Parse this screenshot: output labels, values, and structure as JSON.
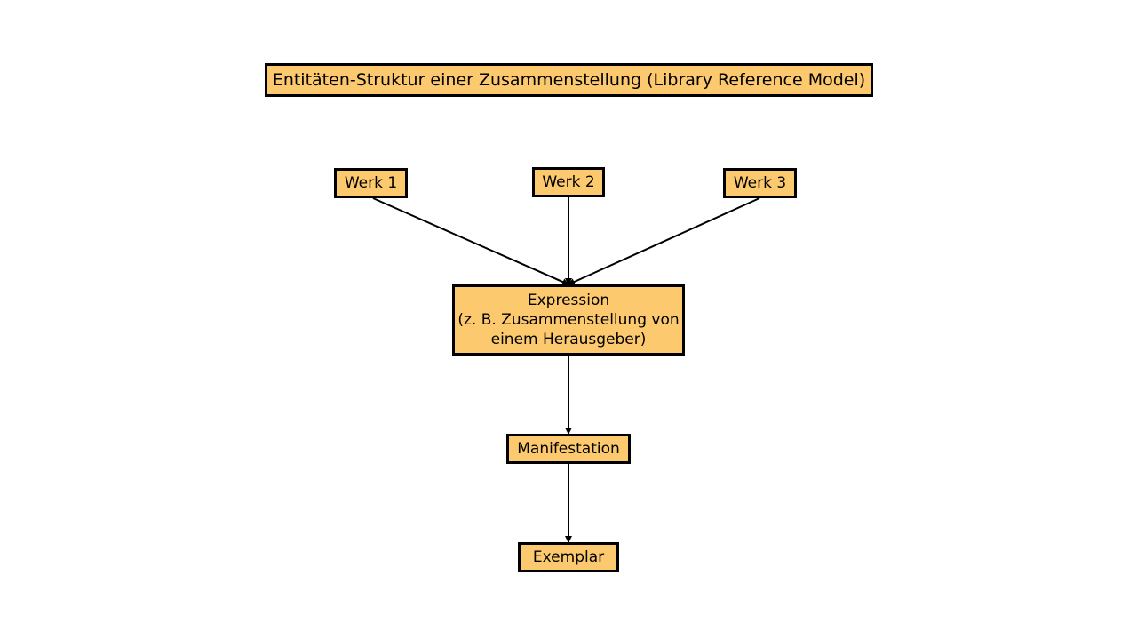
{
  "diagram": {
    "title": "Entitäten-Struktur einer Zusammenstellung (Library Reference Model)",
    "works": [
      {
        "label": "Werk 1"
      },
      {
        "label": "Werk 2"
      },
      {
        "label": "Werk 3"
      }
    ],
    "expression": {
      "line1": "Expression",
      "line2": "(z. B. Zusammenstellung von",
      "line3": "einem Herausgeber)"
    },
    "manifestation": "Manifestation",
    "exemplar": "Exemplar",
    "colors": {
      "box_fill": "#fcc96e",
      "box_border": "#000000",
      "arrow": "#000000",
      "background": "#ffffff"
    }
  }
}
